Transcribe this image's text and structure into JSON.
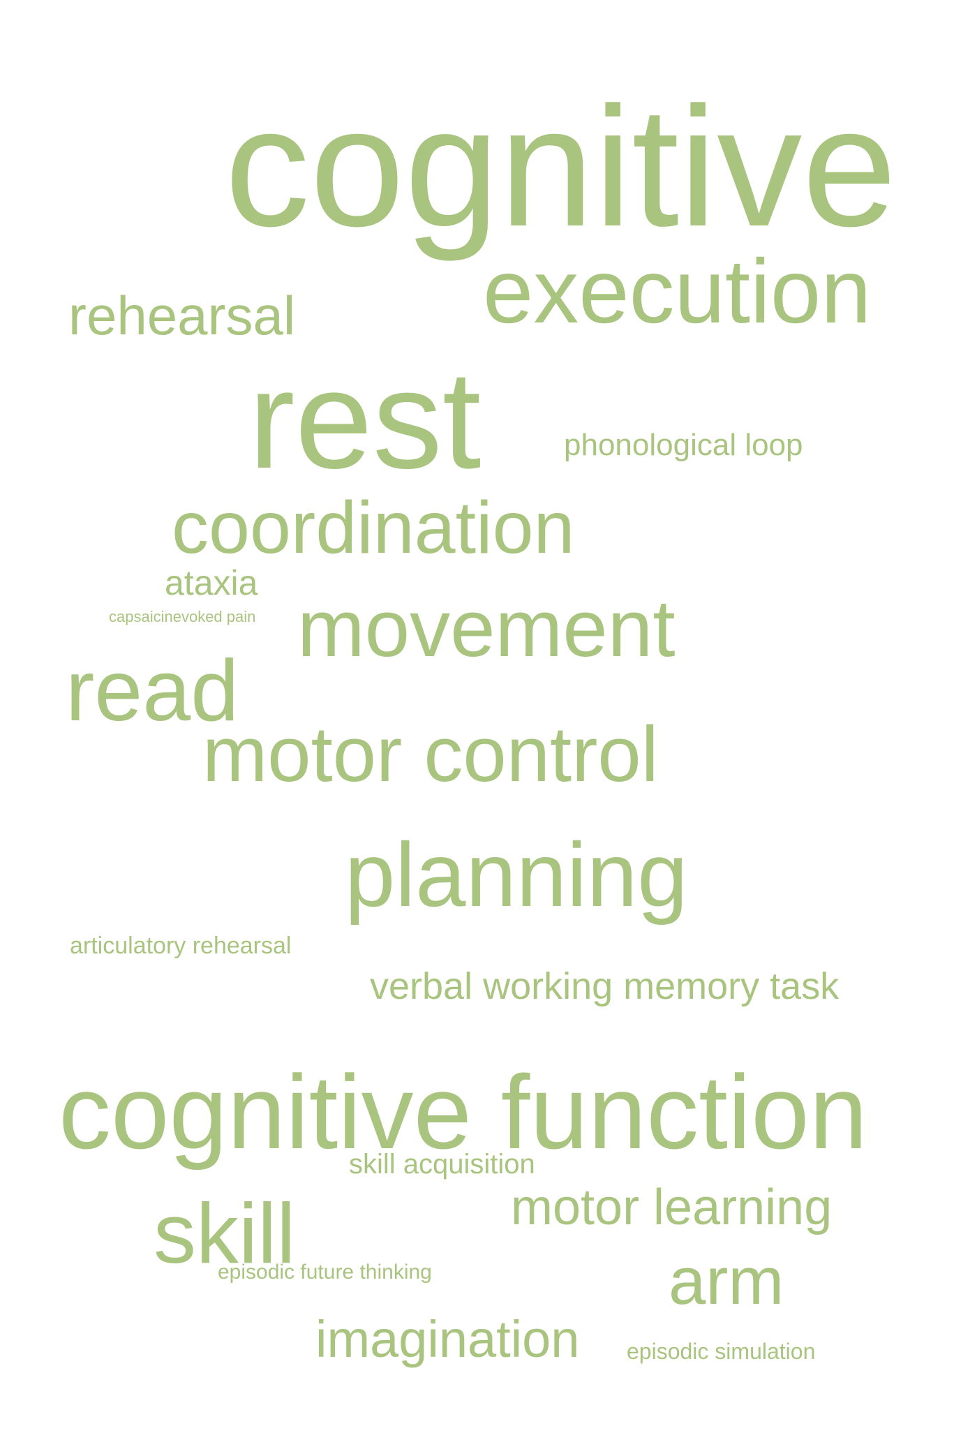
{
  "cloud": {
    "color": "#a9c47f",
    "words": [
      {
        "key": "w-cognitive",
        "text": "cognitive"
      },
      {
        "key": "w-execution",
        "text": "execution"
      },
      {
        "key": "w-rehearsal",
        "text": "rehearsal"
      },
      {
        "key": "w-rest",
        "text": "rest"
      },
      {
        "key": "w-phonological",
        "text": "phonological loop"
      },
      {
        "key": "w-coordination",
        "text": "coordination"
      },
      {
        "key": "w-ataxia",
        "text": "ataxia"
      },
      {
        "key": "w-capsaicin",
        "text": "capsaicinevoked pain"
      },
      {
        "key": "w-movement",
        "text": "movement"
      },
      {
        "key": "w-read",
        "text": "read"
      },
      {
        "key": "w-motorcontrol",
        "text": "motor control"
      },
      {
        "key": "w-planning",
        "text": "planning"
      },
      {
        "key": "w-articulatory",
        "text": "articulatory rehearsal"
      },
      {
        "key": "w-verbal",
        "text": "verbal working memory task"
      },
      {
        "key": "w-cogfunction",
        "text": "cognitive function"
      },
      {
        "key": "w-skillacq",
        "text": "skill acquisition"
      },
      {
        "key": "w-motorlearning",
        "text": "motor learning"
      },
      {
        "key": "w-skill",
        "text": "skill"
      },
      {
        "key": "w-episodicfuture",
        "text": "episodic future thinking"
      },
      {
        "key": "w-arm",
        "text": "arm"
      },
      {
        "key": "w-imagination",
        "text": "imagination"
      },
      {
        "key": "w-episodicsim",
        "text": "episodic simulation"
      }
    ]
  }
}
